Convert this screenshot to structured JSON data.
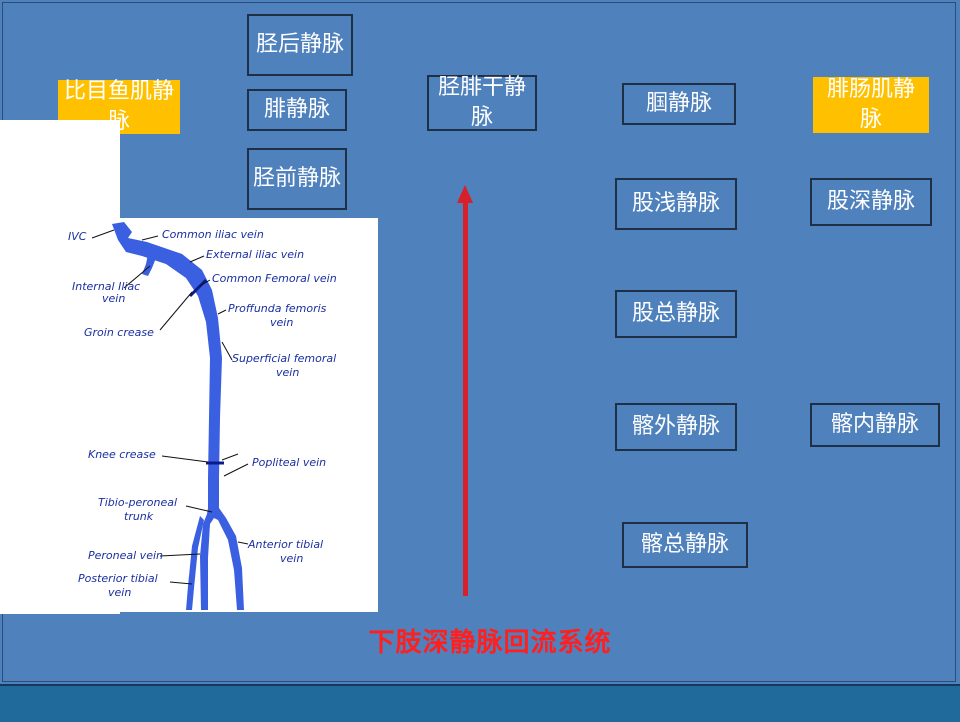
{
  "boxes": {
    "soleus": "比目鱼肌静脉",
    "posterior_tibial": "胫后静脉",
    "peroneal": "腓静脉",
    "anterior_tibial": "胫前静脉",
    "tibioperoneal_trunk": "胫腓干静脉",
    "popliteal": "腘静脉",
    "gastrocnemius": "腓肠肌静脉",
    "superficial_femoral": "股浅静脉",
    "deep_femoral": "股深静脉",
    "common_femoral": "股总静脉",
    "external_iliac": "髂外静脉",
    "internal_iliac": "髂内静脉",
    "common_iliac": "髂总静脉"
  },
  "diagram_labels": {
    "ivc": "IVC",
    "common_iliac": "Common iliac vein",
    "external_iliac": "External iliac vein",
    "internal_iliac_1": "Internal Iliac",
    "internal_iliac_2": "vein",
    "common_femoral": "Common Femoral vein",
    "profunda_1": "Proffunda femoris",
    "profunda_2": "vein",
    "groin": "Groin crease",
    "sfv_1": "Superficial femoral",
    "sfv_2": "vein",
    "knee": "Knee crease",
    "popliteal": "Popliteal vein",
    "tp_1": "Tibio-peroneal",
    "tp_2": "trunk",
    "peroneal": "Peroneal vein",
    "anterior_1": "Anterior tibial",
    "anterior_2": "vein",
    "posterior_1": "Posterior tibial",
    "posterior_2": "vein"
  },
  "caption": "下肢深静脉回流系统",
  "colors": {
    "background": "#4f81bd",
    "highlight_box": "#ffc000",
    "vein": "#3a5fe0",
    "caption": "#ff1f1f",
    "arrow": "#d8202a"
  }
}
